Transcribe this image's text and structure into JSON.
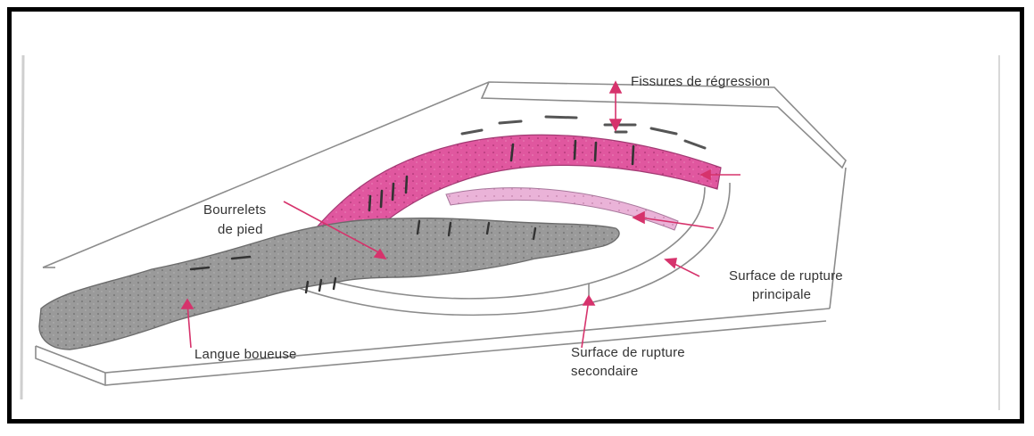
{
  "labels": {
    "fissures": "Fissures de régression",
    "bourrelets_line1": "Bourrelets",
    "bourrelets_line2": "de pied",
    "surface_principale_line1": "Surface de rupture",
    "surface_principale_line2": "principale",
    "langue": "Langue boueuse",
    "surface_secondaire_line1": "Surface de rupture",
    "surface_secondaire_line2": "secondaire"
  },
  "colors": {
    "scarp": "#e0579f",
    "scarp_secondary": "#eab3d8",
    "tongue": "#9a9a9a",
    "arrow": "#d6336c",
    "frame": "#000000",
    "outline": "#8c8c8c"
  }
}
